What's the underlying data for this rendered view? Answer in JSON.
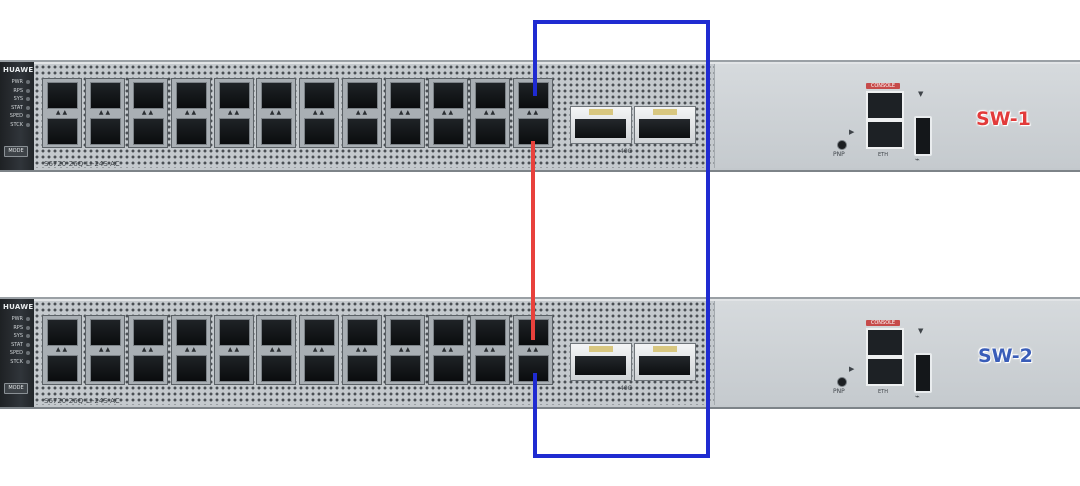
{
  "switches": [
    {
      "id": "sw-1",
      "brand": "HUAWEI",
      "model": "S6720-26Q-LI-24S-AC",
      "name": "SW-1",
      "name_color": "#e23a3a",
      "leds": [
        "PWR",
        "RPS",
        "SYS",
        "STAT",
        "SPED",
        "STCK"
      ],
      "mode_label": "MODE",
      "uplink_speed": "40G",
      "pnp_label": "PNP",
      "console_label": "CONSOLE",
      "eth_label": "ETH"
    },
    {
      "id": "sw-2",
      "brand": "HUAWEI",
      "model": "S6720-26Q-LI-24S-AC",
      "name": "SW-2",
      "name_color": "#3a5db8",
      "leds": [
        "PWR",
        "RPS",
        "SYS",
        "STAT",
        "SPED",
        "STCK"
      ],
      "mode_label": "MODE",
      "uplink_speed": "40G",
      "pnp_label": "PNP",
      "console_label": "CONSOLE",
      "eth_label": "ETH"
    }
  ],
  "sfp_bays_per_switch": 12,
  "qsfp_ports_per_switch": 2,
  "cables": [
    {
      "name": "blue-cable",
      "color": "#1f2bd1"
    },
    {
      "name": "red-cable",
      "color": "#e8413c"
    }
  ],
  "arrow_glyphs": "▲ ▲"
}
